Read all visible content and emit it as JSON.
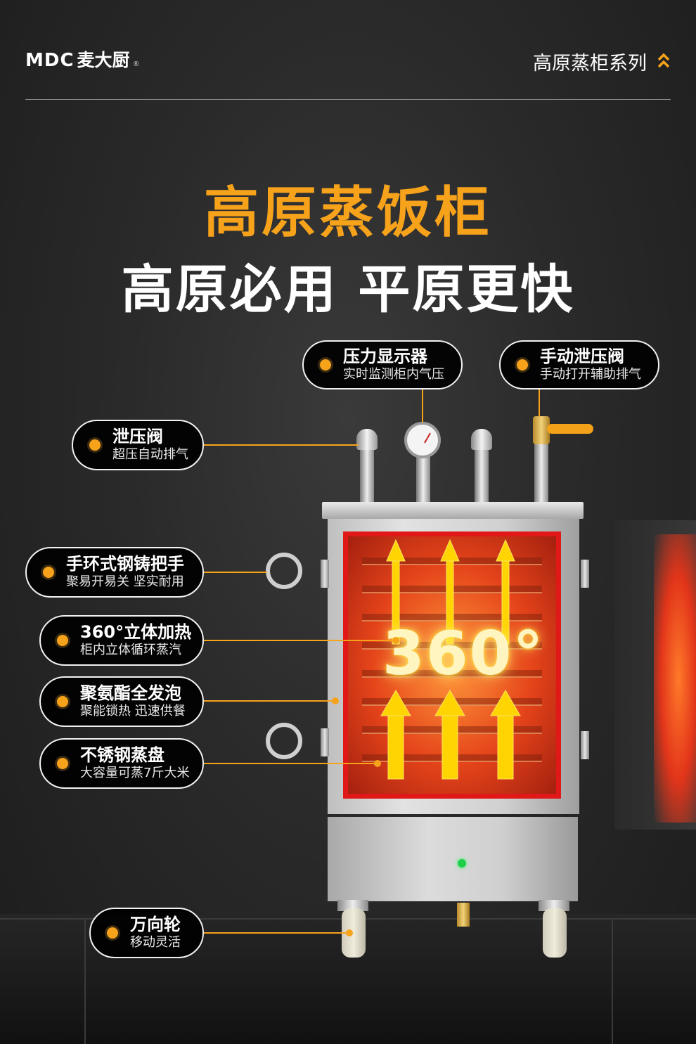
{
  "brand": {
    "latin": "MDC",
    "chinese": "麦大厨",
    "mark": "®"
  },
  "header": {
    "series_label": "高原蒸柜系列",
    "series_icon": "double-chevron-up-icon"
  },
  "headline": {
    "title": "高原蒸饭柜",
    "subtitle": "高原必用 平原更快"
  },
  "product_overlay": {
    "heat_label": "360°"
  },
  "callouts": [
    {
      "id": "pressure-gauge",
      "title": "压力显示器",
      "subtitle": "实时监测柜内气压"
    },
    {
      "id": "manual-valve",
      "title": "手动泄压阀",
      "subtitle": "手动打开辅助排气"
    },
    {
      "id": "relief-valve",
      "title": "泄压阀",
      "subtitle": "超压自动排气"
    },
    {
      "id": "handle",
      "title": "手环式钢铸把手",
      "subtitle": "聚易开易关 坚实耐用"
    },
    {
      "id": "heating",
      "title": "360°立体加热",
      "subtitle": "柜内立体循环蒸汽"
    },
    {
      "id": "foam",
      "title": "聚氨酯全发泡",
      "subtitle": "聚能锁热 迅速供餐"
    },
    {
      "id": "tray",
      "title": "不锈钢蒸盘",
      "subtitle": "大容量可蒸7斤大米"
    },
    {
      "id": "caster",
      "title": "万向轮",
      "subtitle": "移动灵活"
    }
  ],
  "colors": {
    "accent": "#f7a21b",
    "background": "#2a2a2a",
    "frame_red": "#e01818"
  }
}
